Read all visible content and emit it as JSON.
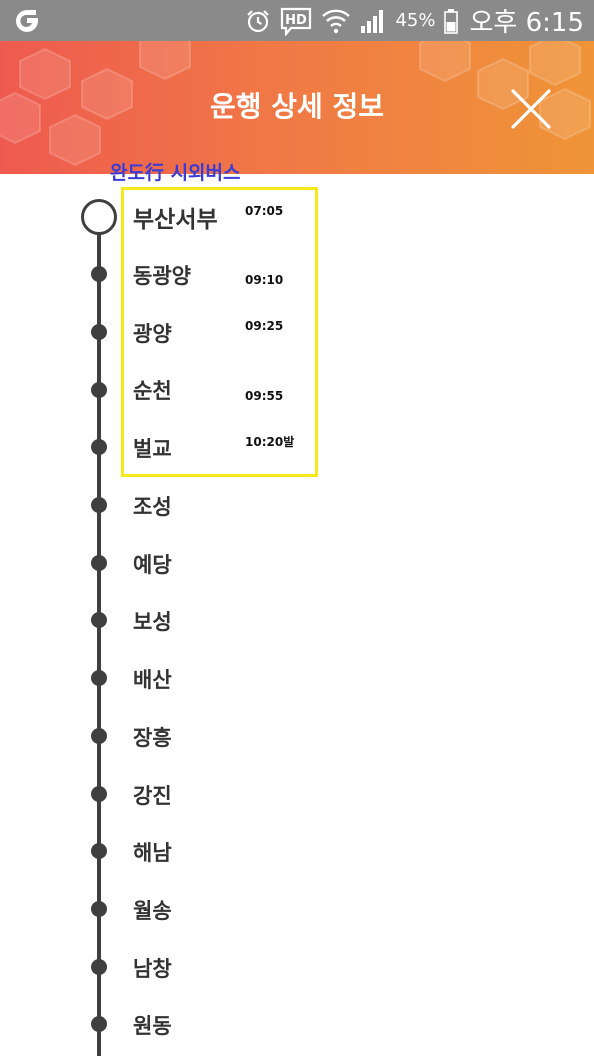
{
  "status_bar": {
    "battery_percent": "45%",
    "time": "오후 6:15",
    "icons": [
      "app-logo-icon",
      "alarm-icon",
      "hd-icon",
      "wifi-icon",
      "signal-icon",
      "battery-icon"
    ]
  },
  "header": {
    "title": "운행 상세 정보",
    "close_icon": "close-icon"
  },
  "route": {
    "label": "완도行 시외버스"
  },
  "colors": {
    "header_start": "#ee5a4f",
    "header_end": "#ef9437",
    "route_label": "#3b3bd6",
    "highlight": "#f5e91b",
    "timeline": "#3f3f3f"
  },
  "stops": [
    {
      "name": "부산서부",
      "time": "07:05"
    },
    {
      "name": "동광양",
      "time": "09:10"
    },
    {
      "name": "광양",
      "time": "09:25"
    },
    {
      "name": "순천",
      "time": "09:55"
    },
    {
      "name": "벌교",
      "time": "10:20발"
    },
    {
      "name": "조성",
      "time": ""
    },
    {
      "name": "예당",
      "time": ""
    },
    {
      "name": "보성",
      "time": ""
    },
    {
      "name": "배산",
      "time": ""
    },
    {
      "name": "장흥",
      "time": ""
    },
    {
      "name": "강진",
      "time": ""
    },
    {
      "name": "해남",
      "time": ""
    },
    {
      "name": "월송",
      "time": ""
    },
    {
      "name": "남창",
      "time": ""
    },
    {
      "name": "원동",
      "time": ""
    }
  ]
}
